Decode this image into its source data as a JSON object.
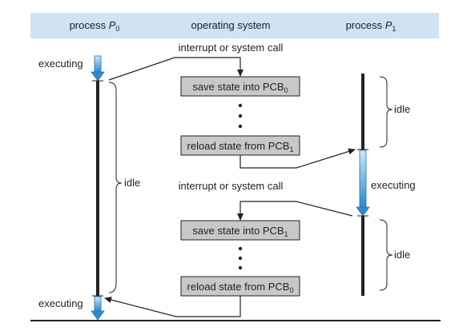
{
  "header": {
    "process0": {
      "text": "process ",
      "var": "P",
      "sub": "0"
    },
    "os": "operating system",
    "process1": {
      "text": "process ",
      "var": "P",
      "sub": "1"
    }
  },
  "labels": {
    "interrupt1": "interrupt or system call",
    "interrupt2": "interrupt or system call",
    "executing_p0_top": "executing",
    "executing_p0_bottom": "executing",
    "executing_p1": "executing",
    "idle_p0": "idle",
    "idle_p1_top": "idle",
    "idle_p1_bottom": "idle"
  },
  "boxes": {
    "save0": {
      "text": "save state into PCB",
      "sub": "0"
    },
    "reload1": {
      "text": "reload state from PCB",
      "sub": "1"
    },
    "save1": {
      "text": "save state into PCB",
      "sub": "1"
    },
    "reload0": {
      "text": "reload state from PCB",
      "sub": "0"
    }
  },
  "colors": {
    "header_bg": "#cfe3f2",
    "box_fill": "#c8c8c8",
    "exec_arrow_top": "#bfe3f7",
    "exec_arrow_bottom": "#2a8bd0"
  }
}
